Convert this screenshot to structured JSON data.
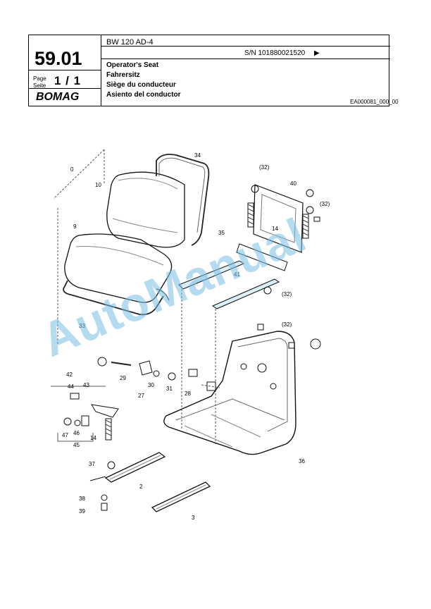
{
  "header": {
    "model": "BW 120 AD-4",
    "serial": "S/N 101880021520",
    "serial_arrow": "▶",
    "page_number": "59.01",
    "page_label": "Page",
    "seite_label": "Seite",
    "page_of": "1 / 1",
    "brand": "BOMAG",
    "titles": [
      "Operator's Seat",
      "Fahrersitz",
      "Siège du conducteur",
      "Asiento del conductor"
    ],
    "doc_id": "EA000081_000_00"
  },
  "diagram": {
    "callouts": {
      "c0": "0",
      "c34": "34",
      "c10": "10",
      "c9": "9",
      "c33": "33",
      "c32a": "(32)",
      "c40": "40",
      "c32b": "(32)",
      "c14a": "14",
      "c35": "35",
      "c41": "41",
      "c32c": "(32)",
      "c32d": "(32)",
      "c42": "42",
      "c44": "44",
      "c43": "43",
      "c29": "29",
      "c30": "30",
      "c27": "27",
      "c31": "31",
      "c28": "28",
      "c47": "47",
      "c46": "46",
      "c45": "45",
      "c14b": "14",
      "c36": "36",
      "c37": "37",
      "c2": "2",
      "c38": "38",
      "c39": "39",
      "c3": "3"
    }
  },
  "watermark": "AutoManual"
}
